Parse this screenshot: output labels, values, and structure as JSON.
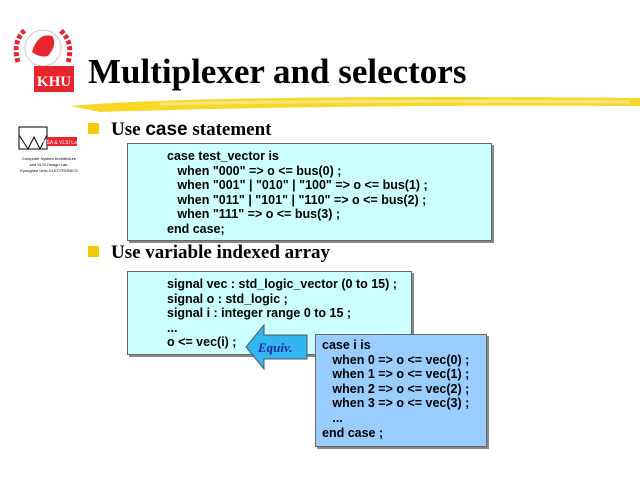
{
  "logos": {
    "university": "KHU",
    "lab": "CSA & VLSI Lab.",
    "lab_caption": "Computer System Architecture and VLSI Design Lab. Kyunghee Univ. ELECTRONICS"
  },
  "title": "Multiplexer and selectors",
  "bullets": [
    {
      "prefix": "Use ",
      "keyword": "case",
      "suffix": " statement"
    },
    {
      "text": "Use variable indexed array"
    }
  ],
  "code_case": [
    "case test_vector is",
    "   when \"000\" => o <= bus(0) ;",
    "   when \"001\" | \"010\" | \"100\" => o <= bus(1) ;",
    "   when \"011\" | \"101\" | \"110\" => o <= bus(2) ;",
    "   when \"111\" => o <= bus(3) ;",
    "end case;"
  ],
  "code_array": [
    "signal vec : std_logic_vector (0 to 15) ;",
    "signal o : std_logic ;",
    "signal i : integer range 0 to 15 ;",
    "...",
    "o <= vec(i) ;"
  ],
  "equiv_label": "Equiv.",
  "code_equiv": [
    "case i is",
    "   when 0 => o <= vec(0) ;",
    "   when 1 => o <= vec(1) ;",
    "   when 2 => o <= vec(2) ;",
    "   when 3 => o <= vec(3) ;",
    "   ...",
    "end case ;"
  ],
  "colors": {
    "box_light": "#ccffff",
    "box_blue": "#99ccff",
    "bullet": "#f5c800",
    "logo_red": "#e8242c"
  }
}
